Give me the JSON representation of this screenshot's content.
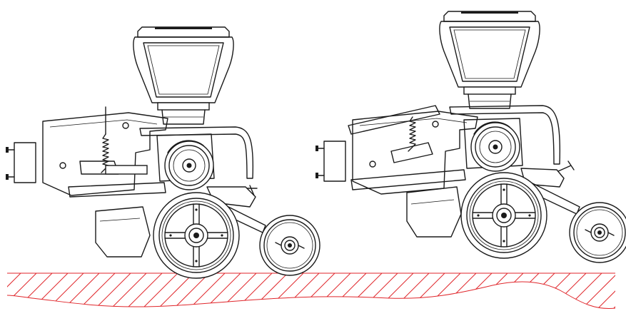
{
  "colors": {
    "line": "#1a1a1a",
    "ground_hatch": "#e0262b",
    "background": "#ffffff"
  },
  "figure": {
    "units": [
      {
        "name": "planter-unit-left",
        "state": "ground-following, lowered press wheel"
      },
      {
        "name": "planter-unit-right",
        "state": "raised linkage, wheels on upper ground"
      }
    ],
    "ground": {
      "style": "red diagonal hatching, undulating profile"
    }
  }
}
